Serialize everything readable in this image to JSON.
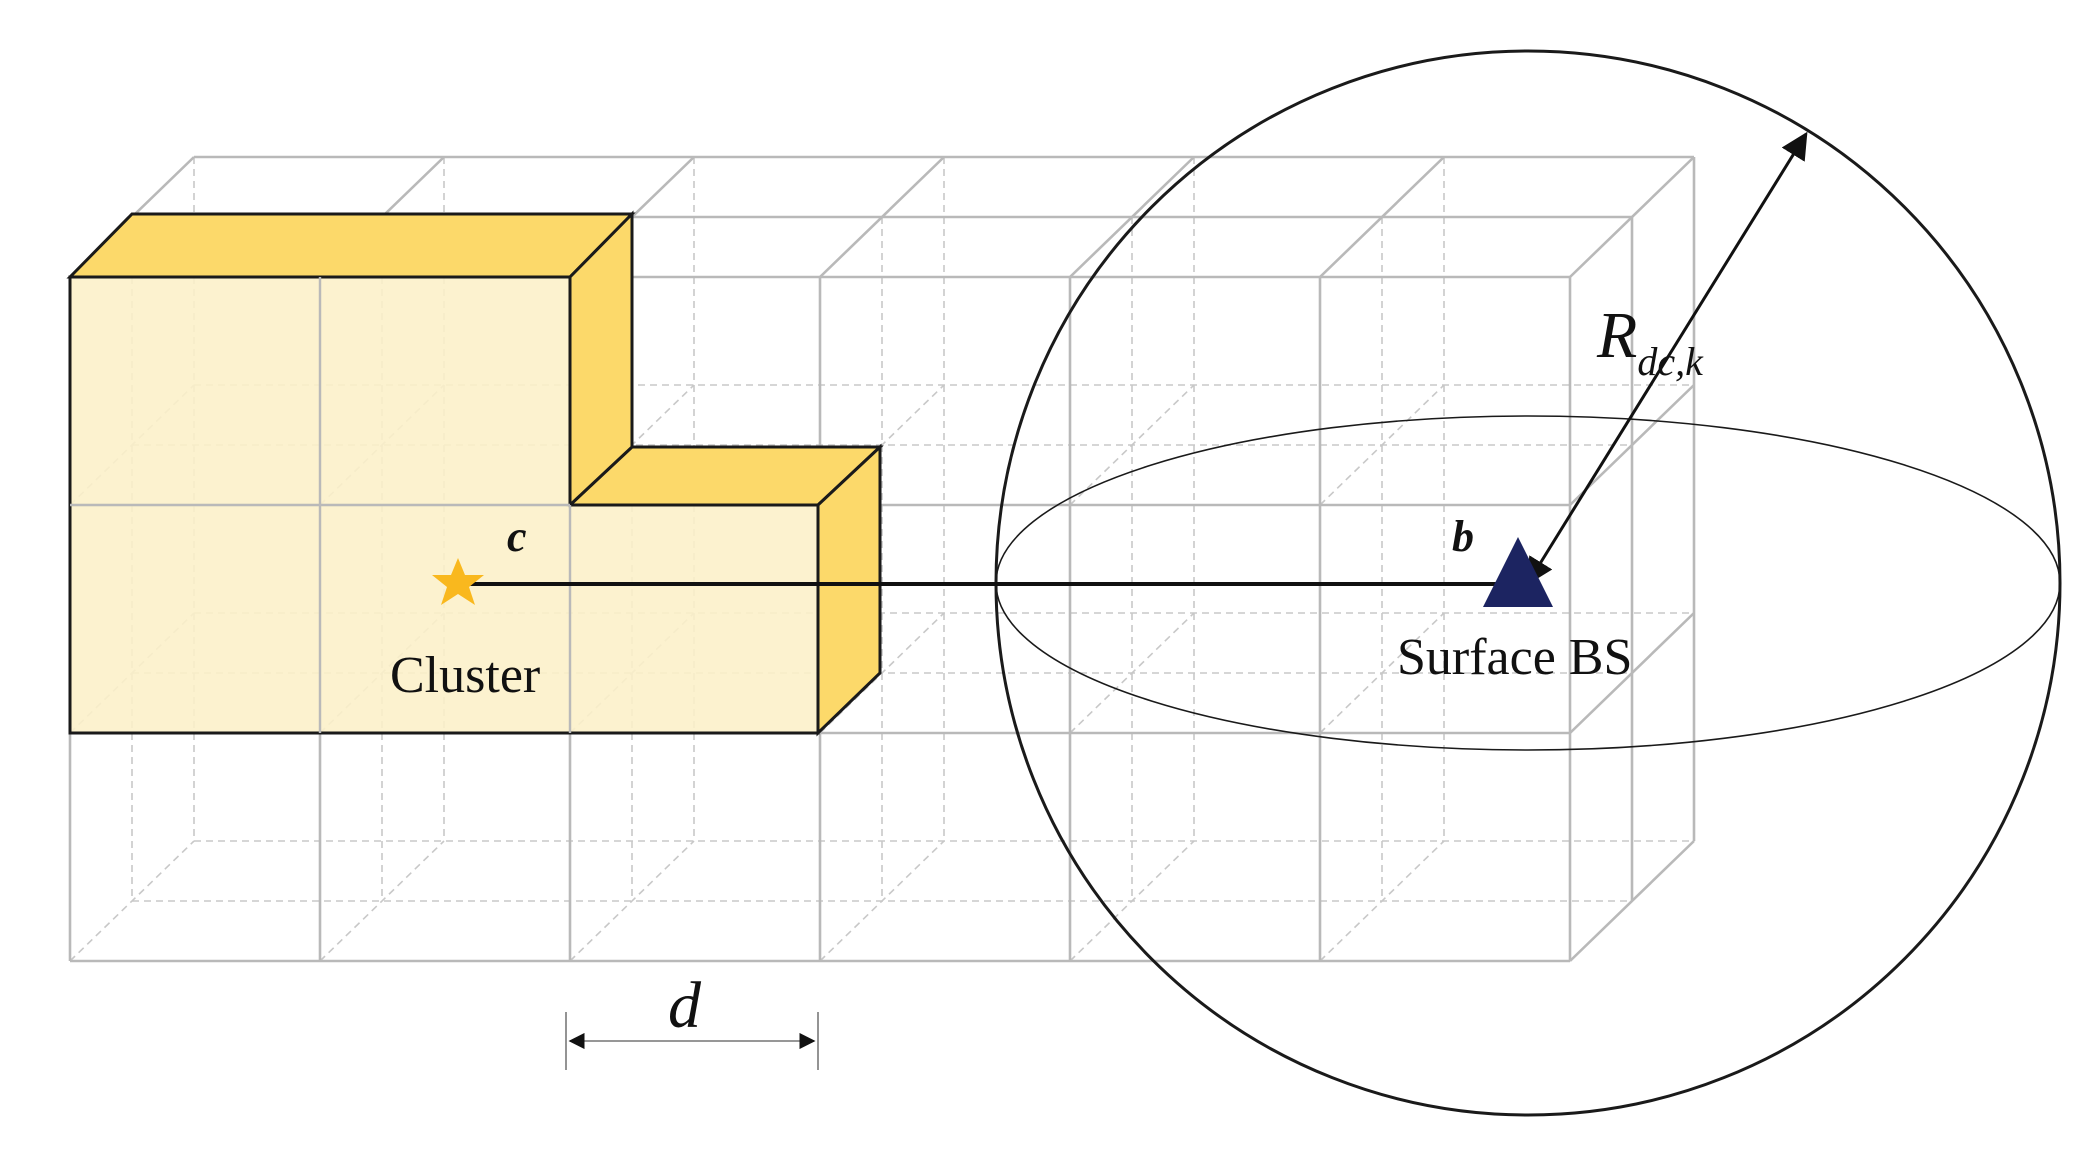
{
  "labels": {
    "cluster_point": "c",
    "cluster_name": "Cluster",
    "bs_point": "b",
    "bs_name": "Surface BS",
    "radius_main": "R",
    "radius_sub": "dc,k",
    "cell_size": "d"
  },
  "colors": {
    "grid": "#b9b9b9",
    "grid_hidden": "#c8c8c8",
    "cluster_front": "#fcf0c8",
    "cluster_side": "#fcd96a",
    "cluster_edge": "#1a1a1a",
    "star": "#f9b81e",
    "base_station": "#1c2461",
    "line": "#111111"
  }
}
